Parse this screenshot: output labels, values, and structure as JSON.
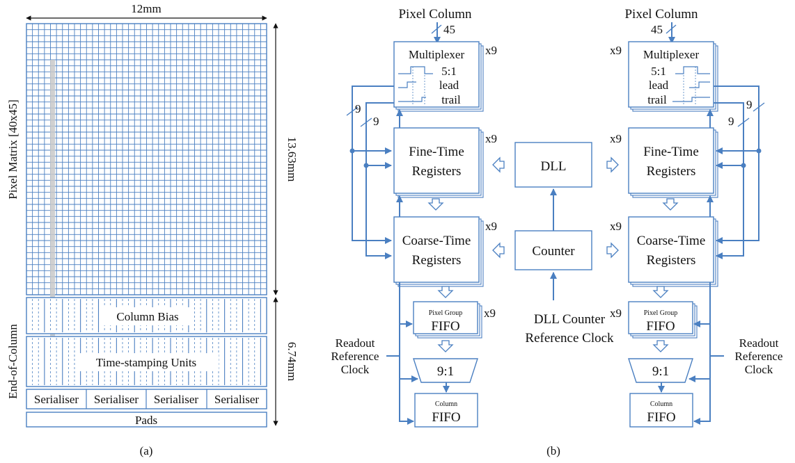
{
  "colors": {
    "accent": "#4a7fc1",
    "grid": "#4a7fc1",
    "text": "#111111",
    "highlight": "#c9c9c9"
  },
  "panel_a": {
    "width_label": "12mm",
    "height_label_matrix": "13.63mm",
    "height_label_eoc": "6.74mm",
    "matrix_label": "Pixel Matrix [40x45]",
    "eoc_label": "End-of-Column",
    "column_bias": "Column Bias",
    "time_stamping": "Time-stamping Units",
    "serialisers": [
      "Serialiser",
      "Serialiser",
      "Serialiser",
      "Serialiser"
    ],
    "pads": "Pads",
    "caption": "(a)"
  },
  "panel_b": {
    "caption": "(b)",
    "pixel_column": "Pixel Column",
    "bus_width": "45",
    "mux_title": "Multiplexer",
    "mux_ratio": "5:1",
    "mux_lead": "lead",
    "mux_trail": "trail",
    "multiplicity": "x9",
    "nine": "9",
    "fine_time": [
      "Fine-Time",
      "Registers"
    ],
    "coarse_time": [
      "Coarse-Time",
      "Registers"
    ],
    "dll": "DLL",
    "counter": "Counter",
    "dll_clock": [
      "DLL Counter",
      "Reference Clock"
    ],
    "pixel_group_fifo": [
      "Pixel Group",
      "FIFO"
    ],
    "mux_9_1": "9:1",
    "column_fifo": [
      "Column",
      "FIFO"
    ],
    "readout_clock": [
      "Readout",
      "Reference",
      "Clock"
    ]
  }
}
